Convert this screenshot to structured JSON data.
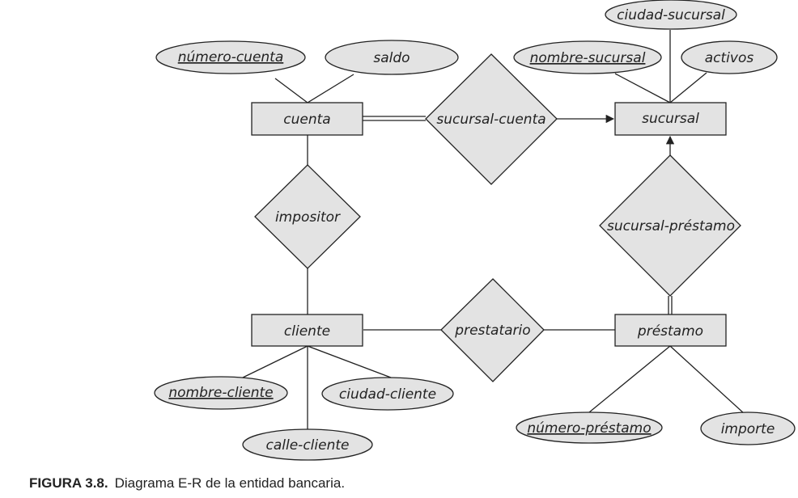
{
  "entities": {
    "cuenta": "cuenta",
    "sucursal": "sucursal",
    "cliente": "cliente",
    "prestamo": "préstamo"
  },
  "relationships": {
    "sucursal_cuenta": "sucursal-cuenta",
    "impositor": "impositor",
    "sucursal_prestamo": "sucursal-préstamo",
    "prestatario": "prestatario"
  },
  "attributes": {
    "numero_cuenta": "número-cuenta",
    "saldo": "saldo",
    "ciudad_sucursal": "ciudad-sucursal",
    "nombre_sucursal": "nombre-sucursal",
    "activos": "activos",
    "nombre_cliente": "nombre-cliente",
    "ciudad_cliente": "ciudad-cliente",
    "calle_cliente": "calle-cliente",
    "numero_prestamo": "número-préstamo",
    "importe": "importe"
  },
  "caption": {
    "number": "FIGURA 3.8.",
    "text": "Diagrama E-R de la entidad bancaria."
  },
  "colors": {
    "shape_fill": "#e3e3e3",
    "stroke": "#222222"
  }
}
